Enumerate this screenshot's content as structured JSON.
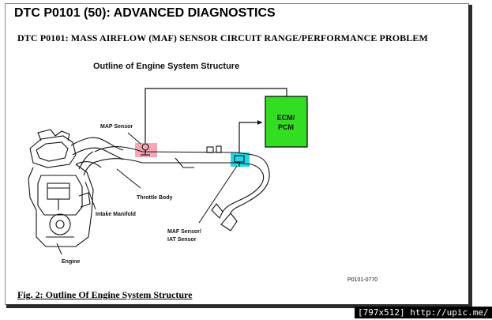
{
  "header": {
    "title": "DTC P0101 (50): ADVANCED DIAGNOSTICS",
    "subtitle": "DTC P0101: MASS AIRFLOW (MAF) SENSOR CIRCUIT RANGE/PERFORMANCE PROBLEM"
  },
  "diagram": {
    "heading": "Outline of Engine System Structure",
    "ecm_line1": "ECM/",
    "ecm_line2": "PCM",
    "map_sensor": "MAP Sensor",
    "throttle_body": "Throttle Body",
    "intake_manifold": "Intake Manifold",
    "maf_line1": "MAF Sensor/",
    "maf_line2": "IAT Sensor",
    "engine": "Engine",
    "code": "P0101-0770",
    "colors": {
      "ecm_fill": "#33dd22",
      "map_highlight": "#f4a6b4",
      "maf_highlight": "#22d8e6"
    }
  },
  "footer": {
    "caption": "Fig. 2: Outline Of Engine System Structure",
    "watermark": "[797x512] http://upic.me/"
  }
}
